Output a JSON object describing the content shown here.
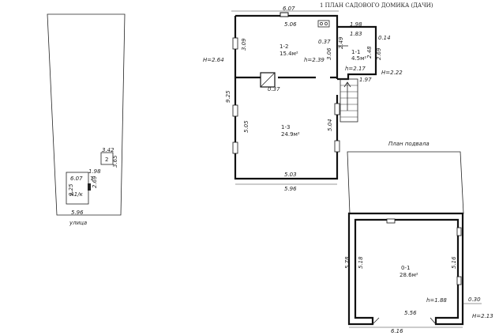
{
  "title": "1 ПЛАН САДОВОГО ДОМИКА (ДАЧИ)",
  "site_plan": {
    "dims": {
      "right_top": "3.42",
      "right_side": "3.65",
      "bldg_top": "6.07",
      "bldg_left": "9.25",
      "small_top": "1.98",
      "small_side": "2.69",
      "bottom": "5.96"
    },
    "labels": {
      "bldg": "А1/к",
      "one": "1",
      "two": "2"
    },
    "street": "улица"
  },
  "main_plan": {
    "dims": {
      "top_overall": "6.07",
      "left_height": "9.25",
      "r12_width": "5.06",
      "r12_height": "3.09",
      "r12_right": "3.06",
      "r12_gap": "0.37",
      "r11_top": "1.98",
      "r11_width": "1.83",
      "r11_right": "0.14",
      "r11_door": "2.49",
      "r11_h1": "2.48",
      "r11_h2": "2.69",
      "r11_bottom": "1.97",
      "r13_left": "5.05",
      "r13_right": "5.04",
      "r13_width": "5.03",
      "r13_gap": "0.37",
      "bottom_overall": "5.96"
    },
    "heights": {
      "left": "H=2.64",
      "r12": "h=2.39",
      "r11": "h=2.17",
      "right": "H=2.22"
    },
    "rooms": [
      {
        "id": "1-2",
        "area": "15.4м²"
      },
      {
        "id": "1-1",
        "area": "4.5м²"
      },
      {
        "id": "1-3",
        "area": "24.9м²"
      }
    ]
  },
  "basement": {
    "title": "План подвала",
    "dims": {
      "left_outer": "5.78",
      "left_inner": "5.18",
      "right_inner": "5.16",
      "bottom_inner": "5.56",
      "bottom_outer": "6.16",
      "depth_right": "0.30"
    },
    "heights": {
      "inner": "h=1.88",
      "outer": "H=2.13"
    },
    "room": {
      "id": "0-1",
      "area": "28.6м²"
    }
  }
}
